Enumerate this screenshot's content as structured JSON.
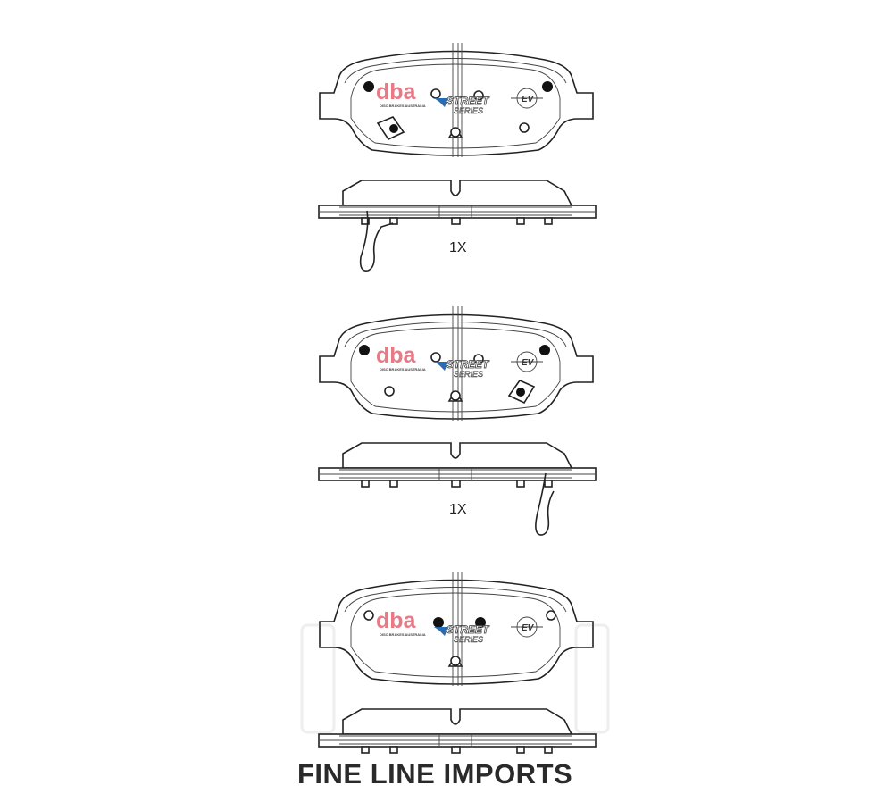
{
  "pads": [
    {
      "logo": {
        "brand": "dba",
        "tagline": "DISC BRAKES AUSTRALIA",
        "series_word_1": "STREET",
        "series_word_2": "SERIES",
        "ev_badge": "EV"
      },
      "qty_label": "1X"
    },
    {
      "logo": {
        "brand": "dba",
        "tagline": "DISC BRAKES AUSTRALIA",
        "series_word_1": "STREET",
        "series_word_2": "SERIES",
        "ev_badge": "EV"
      },
      "qty_label": "1X"
    },
    {
      "logo": {
        "brand": "dba",
        "tagline": "DISC BRAKES AUSTRALIA",
        "series_word_1": "STREET",
        "series_word_2": "SERIES",
        "ev_badge": "EV"
      }
    }
  ],
  "footer": {
    "watermark": "FINE LINE IMPORTS"
  },
  "colors": {
    "brand": "#e87a86",
    "line": "#222222",
    "background": "#ffffff"
  }
}
